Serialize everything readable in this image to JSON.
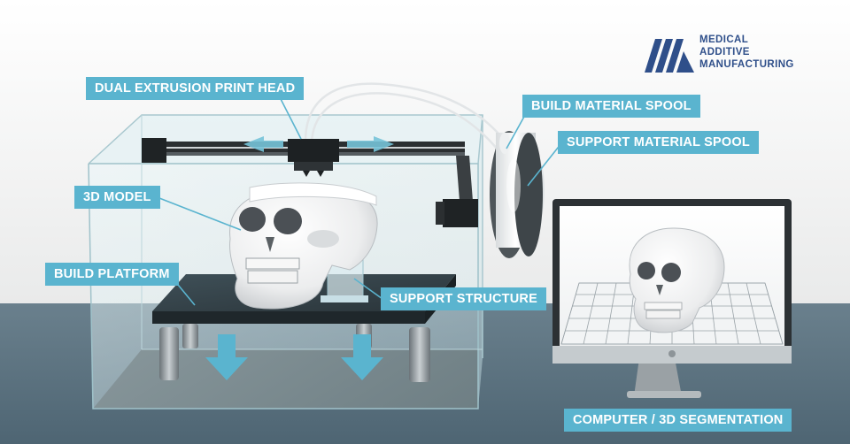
{
  "labels": {
    "print_head": "DUAL EXTRUSION PRINT HEAD",
    "build_spool": "BUILD MATERIAL SPOOL",
    "support_spool": "SUPPORT MATERIAL SPOOL",
    "model": "3D MODEL",
    "platform": "BUILD PLATFORM",
    "support_structure": "SUPPORT STRUCTURE",
    "computer": "COMPUTER / 3D SEGMENTATION"
  },
  "logo": {
    "line1": "MEDICAL",
    "line2": "ADDITIVE",
    "line3": "MANUFACTURING"
  },
  "colors": {
    "label_bg": "#5ab4cf",
    "logo": "#2f4f8a",
    "floor": "#5e7584",
    "wall": "#f3f3f3"
  },
  "icons": [
    "left-right-arrow-icon",
    "down-arrow-icon",
    "apple-logo-icon"
  ]
}
